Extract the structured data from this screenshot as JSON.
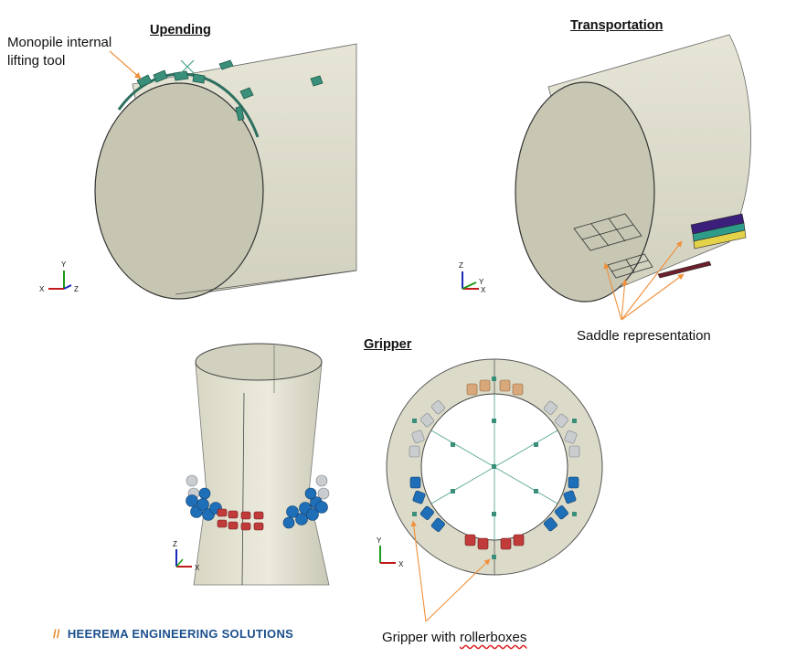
{
  "panels": {
    "upending": {
      "title": "Upending",
      "annotation_line1": "Monopile internal",
      "annotation_line2": "lifting tool"
    },
    "transportation": {
      "title": "Transportation",
      "annotation": "Saddle representation"
    },
    "gripper": {
      "title": "Gripper",
      "annotation_part1": "Gripper with ",
      "annotation_part2": "rollerboxes"
    }
  },
  "axes": {
    "upending": {
      "a": "Y",
      "b": "X",
      "c": "Z"
    },
    "transportation": {
      "a": "Z",
      "b": "Y",
      "c": "X"
    },
    "gripper_side": {
      "a": "Z",
      "b": "X"
    },
    "gripper_top": {
      "a": "Y",
      "b": "X"
    }
  },
  "logo": {
    "slash": "//",
    "text": "HEEREMA ENGINEERING SOLUTIONS"
  },
  "colors": {
    "pile": "#e0dfcf",
    "pile_shade": "#b9b8a5",
    "tool": "#3a8f7a",
    "pointer": "#f0903a",
    "roller_blue": "#1f6fb8",
    "roller_red": "#c23b3b",
    "roller_tan": "#d9a87a",
    "roller_grey": "#c9cdd0",
    "brand": "#1b4f8c"
  }
}
